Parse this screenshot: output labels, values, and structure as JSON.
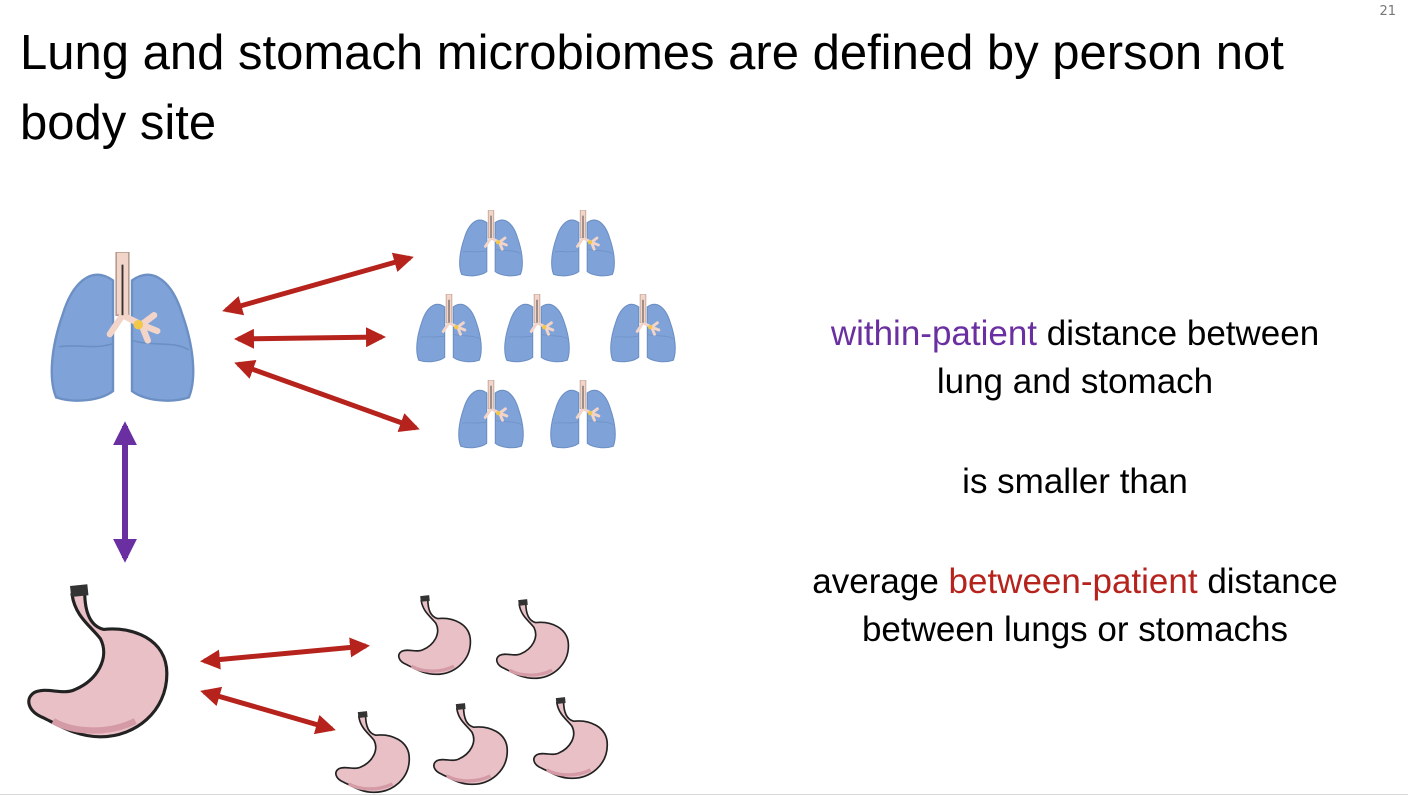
{
  "slide": {
    "number": "21",
    "title": "Lung and stomach microbiomes are defined by person not body site"
  },
  "statement": {
    "line1_highlight": "within-patient",
    "line1_rest": " distance between",
    "line2": "lung and stomach",
    "line3": "is smaller than",
    "line4_prefix": "average ",
    "line4_highlight": "between-patient",
    "line4_rest": " distance",
    "line5": "between lungs or stomachs"
  },
  "colors": {
    "within_patient": "#6a2fa0",
    "between_patient": "#b5231c",
    "lung_fill": "#7fa3d8",
    "stomach_fill": "#e8c0c6"
  },
  "icons": [
    "lung-icon",
    "stomach-icon",
    "double-arrow-icon"
  ]
}
